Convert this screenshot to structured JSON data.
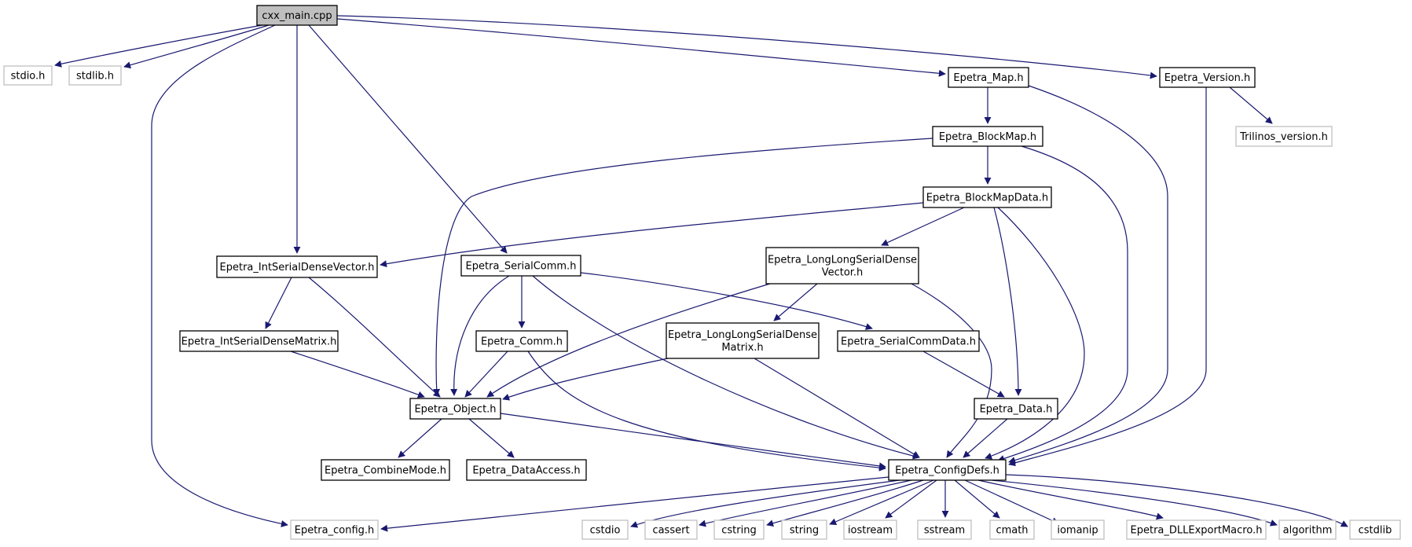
{
  "colors": {
    "background": "#ffffff",
    "edge": "#191970",
    "root_fill": "#bfbfbf",
    "node_border": "#000000",
    "external_border": "#bfbfbf",
    "text": "#000000"
  },
  "nodes": {
    "cxx_main": {
      "label": "cxx_main.cpp",
      "style": "root"
    },
    "stdio_h": {
      "label": "stdio.h",
      "style": "external"
    },
    "stdlib_h": {
      "label": "stdlib.h",
      "style": "external"
    },
    "epetra_map": {
      "label": "Epetra_Map.h",
      "style": "normal"
    },
    "epetra_version": {
      "label": "Epetra_Version.h",
      "style": "normal"
    },
    "trilinos_version": {
      "label": "Trilinos_version.h",
      "style": "external"
    },
    "epetra_blockmap": {
      "label": "Epetra_BlockMap.h",
      "style": "normal"
    },
    "epetra_blockmapdata": {
      "label": "Epetra_BlockMapData.h",
      "style": "normal"
    },
    "epetra_intserialdensevector": {
      "label": "Epetra_IntSerialDenseVector.h",
      "style": "normal"
    },
    "epetra_serialcomm": {
      "label": "Epetra_SerialComm.h",
      "style": "normal"
    },
    "epetra_longlongserialdensevector": {
      "label": "Epetra_LongLongSerialDense",
      "label2": "Vector.h",
      "style": "normal"
    },
    "epetra_intserialdensematrix": {
      "label": "Epetra_IntSerialDenseMatrix.h",
      "style": "normal"
    },
    "epetra_comm": {
      "label": "Epetra_Comm.h",
      "style": "normal"
    },
    "epetra_longlongserialdensematrix": {
      "label": "Epetra_LongLongSerialDense",
      "label2": "Matrix.h",
      "style": "normal"
    },
    "epetra_serialcommdata": {
      "label": "Epetra_SerialCommData.h",
      "style": "normal"
    },
    "epetra_object": {
      "label": "Epetra_Object.h",
      "style": "normal"
    },
    "epetra_data": {
      "label": "Epetra_Data.h",
      "style": "normal"
    },
    "epetra_combinemode": {
      "label": "Epetra_CombineMode.h",
      "style": "normal"
    },
    "epetra_dataaccess": {
      "label": "Epetra_DataAccess.h",
      "style": "normal"
    },
    "epetra_configdefs": {
      "label": "Epetra_ConfigDefs.h",
      "style": "normal"
    },
    "epetra_config": {
      "label": "Epetra_config.h",
      "style": "external"
    },
    "cstdio": {
      "label": "cstdio",
      "style": "external"
    },
    "cassert": {
      "label": "cassert",
      "style": "external"
    },
    "cstring": {
      "label": "cstring",
      "style": "external"
    },
    "string": {
      "label": "string",
      "style": "external"
    },
    "iostream": {
      "label": "iostream",
      "style": "external"
    },
    "sstream": {
      "label": "sstream",
      "style": "external"
    },
    "cmath": {
      "label": "cmath",
      "style": "external"
    },
    "iomanip": {
      "label": "iomanip",
      "style": "external"
    },
    "epetra_dllexportmacro": {
      "label": "Epetra_DLLExportMacro.h",
      "style": "external"
    },
    "algorithm": {
      "label": "algorithm",
      "style": "external"
    },
    "cstdlib": {
      "label": "cstdlib",
      "style": "external"
    }
  },
  "edges": [
    [
      "cxx_main",
      "stdio_h"
    ],
    [
      "cxx_main",
      "stdlib_h"
    ],
    [
      "cxx_main",
      "epetra_config"
    ],
    [
      "cxx_main",
      "epetra_intserialdensevector"
    ],
    [
      "cxx_main",
      "epetra_serialcomm"
    ],
    [
      "cxx_main",
      "epetra_map"
    ],
    [
      "cxx_main",
      "epetra_version"
    ],
    [
      "epetra_map",
      "epetra_blockmap"
    ],
    [
      "epetra_map",
      "epetra_configdefs"
    ],
    [
      "epetra_version",
      "trilinos_version"
    ],
    [
      "epetra_version",
      "epetra_configdefs"
    ],
    [
      "epetra_blockmap",
      "epetra_object"
    ],
    [
      "epetra_blockmap",
      "epetra_blockmapdata"
    ],
    [
      "epetra_blockmap",
      "epetra_configdefs"
    ],
    [
      "epetra_blockmapdata",
      "epetra_intserialdensevector"
    ],
    [
      "epetra_blockmapdata",
      "epetra_longlongserialdensevector"
    ],
    [
      "epetra_blockmapdata",
      "epetra_data"
    ],
    [
      "epetra_blockmapdata",
      "epetra_configdefs"
    ],
    [
      "epetra_intserialdensevector",
      "epetra_intserialdensematrix"
    ],
    [
      "epetra_intserialdensevector",
      "epetra_object"
    ],
    [
      "epetra_serialcomm",
      "epetra_object"
    ],
    [
      "epetra_serialcomm",
      "epetra_comm"
    ],
    [
      "epetra_serialcomm",
      "epetra_configdefs"
    ],
    [
      "epetra_serialcomm",
      "epetra_serialcommdata"
    ],
    [
      "epetra_longlongserialdensevector",
      "epetra_object"
    ],
    [
      "epetra_longlongserialdensevector",
      "epetra_longlongserialdensematrix"
    ],
    [
      "epetra_longlongserialdensevector",
      "epetra_configdefs"
    ],
    [
      "epetra_intserialdensematrix",
      "epetra_object"
    ],
    [
      "epetra_comm",
      "epetra_object"
    ],
    [
      "epetra_comm",
      "epetra_configdefs"
    ],
    [
      "epetra_longlongserialdensematrix",
      "epetra_object"
    ],
    [
      "epetra_longlongserialdensematrix",
      "epetra_configdefs"
    ],
    [
      "epetra_serialcommdata",
      "epetra_data"
    ],
    [
      "epetra_object",
      "epetra_combinemode"
    ],
    [
      "epetra_object",
      "epetra_dataaccess"
    ],
    [
      "epetra_object",
      "epetra_configdefs"
    ],
    [
      "epetra_data",
      "epetra_configdefs"
    ],
    [
      "epetra_configdefs",
      "epetra_config"
    ],
    [
      "epetra_configdefs",
      "cstdio"
    ],
    [
      "epetra_configdefs",
      "cassert"
    ],
    [
      "epetra_configdefs",
      "cstring"
    ],
    [
      "epetra_configdefs",
      "string"
    ],
    [
      "epetra_configdefs",
      "iostream"
    ],
    [
      "epetra_configdefs",
      "sstream"
    ],
    [
      "epetra_configdefs",
      "cmath"
    ],
    [
      "epetra_configdefs",
      "iomanip"
    ],
    [
      "epetra_configdefs",
      "epetra_dllexportmacro"
    ],
    [
      "epetra_configdefs",
      "algorithm"
    ],
    [
      "epetra_configdefs",
      "cstdlib"
    ]
  ]
}
